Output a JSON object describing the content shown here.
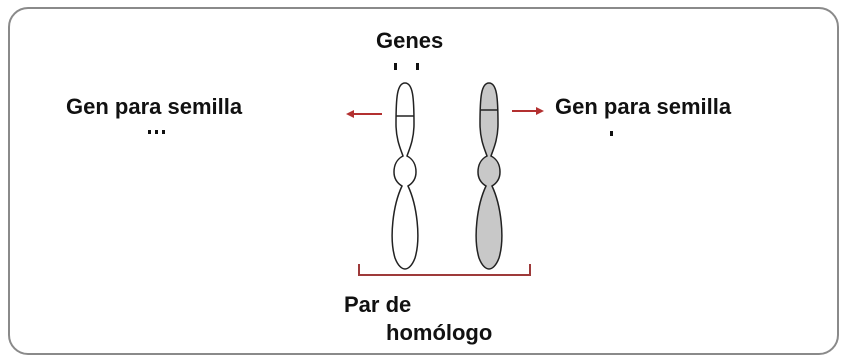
{
  "diagram": {
    "genes_label": "Genes",
    "left_gene_label": "Gen para semilla",
    "right_gene_label": "Gen para semilla",
    "pair_label_line1": "Par de",
    "pair_label_line2": "homólogo",
    "colors": {
      "arrow": "#b33030",
      "bracket": "#9e3a3a",
      "outline": "#222222",
      "chromosome_left_fill": "#ffffff",
      "chromosome_right_fill": "#c8c8c8",
      "border": "#8a8a8a"
    }
  }
}
